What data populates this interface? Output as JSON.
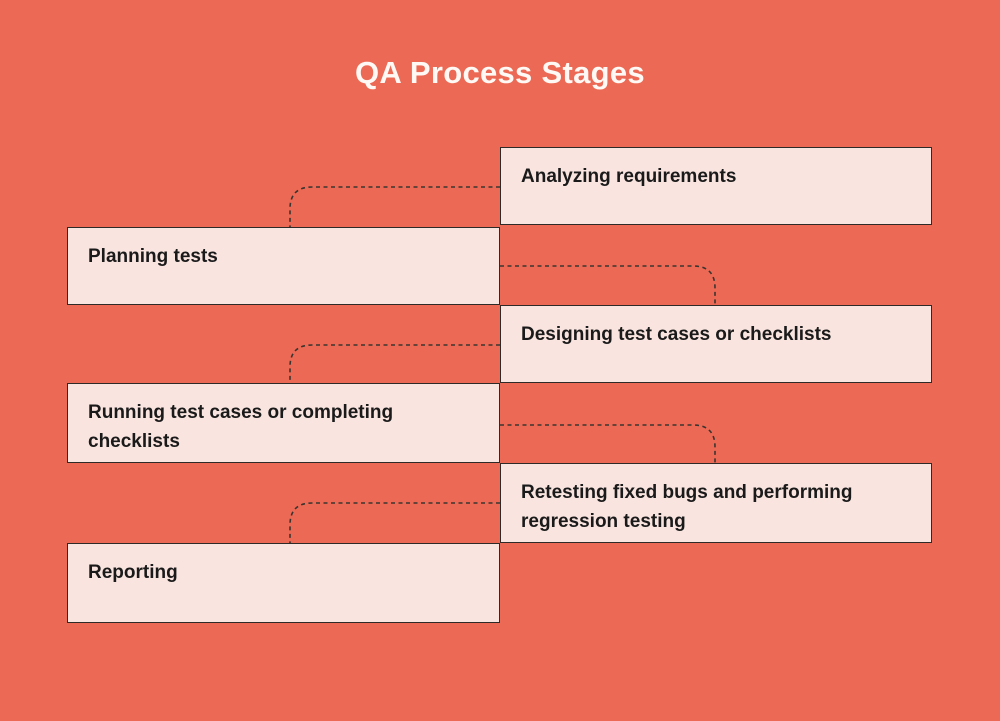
{
  "title": "QA Process Stages",
  "stages": [
    {
      "label": "Analyzing requirements",
      "side": "right"
    },
    {
      "label": "Planning tests",
      "side": "left"
    },
    {
      "label": "Designing test cases or checklists",
      "side": "right"
    },
    {
      "label": "Running test cases or completing checklists",
      "side": "left"
    },
    {
      "label": "Retesting fixed bugs and performing regression testing",
      "side": "right"
    },
    {
      "label": "Reporting",
      "side": "left"
    }
  ],
  "colors": {
    "background": "#EC6A55",
    "box_fill": "#F9E4DF",
    "box_border": "#2E2A28",
    "box_text": "#1A1A1A",
    "title_text": "#FFF9F5",
    "connector": "#3A3430"
  }
}
